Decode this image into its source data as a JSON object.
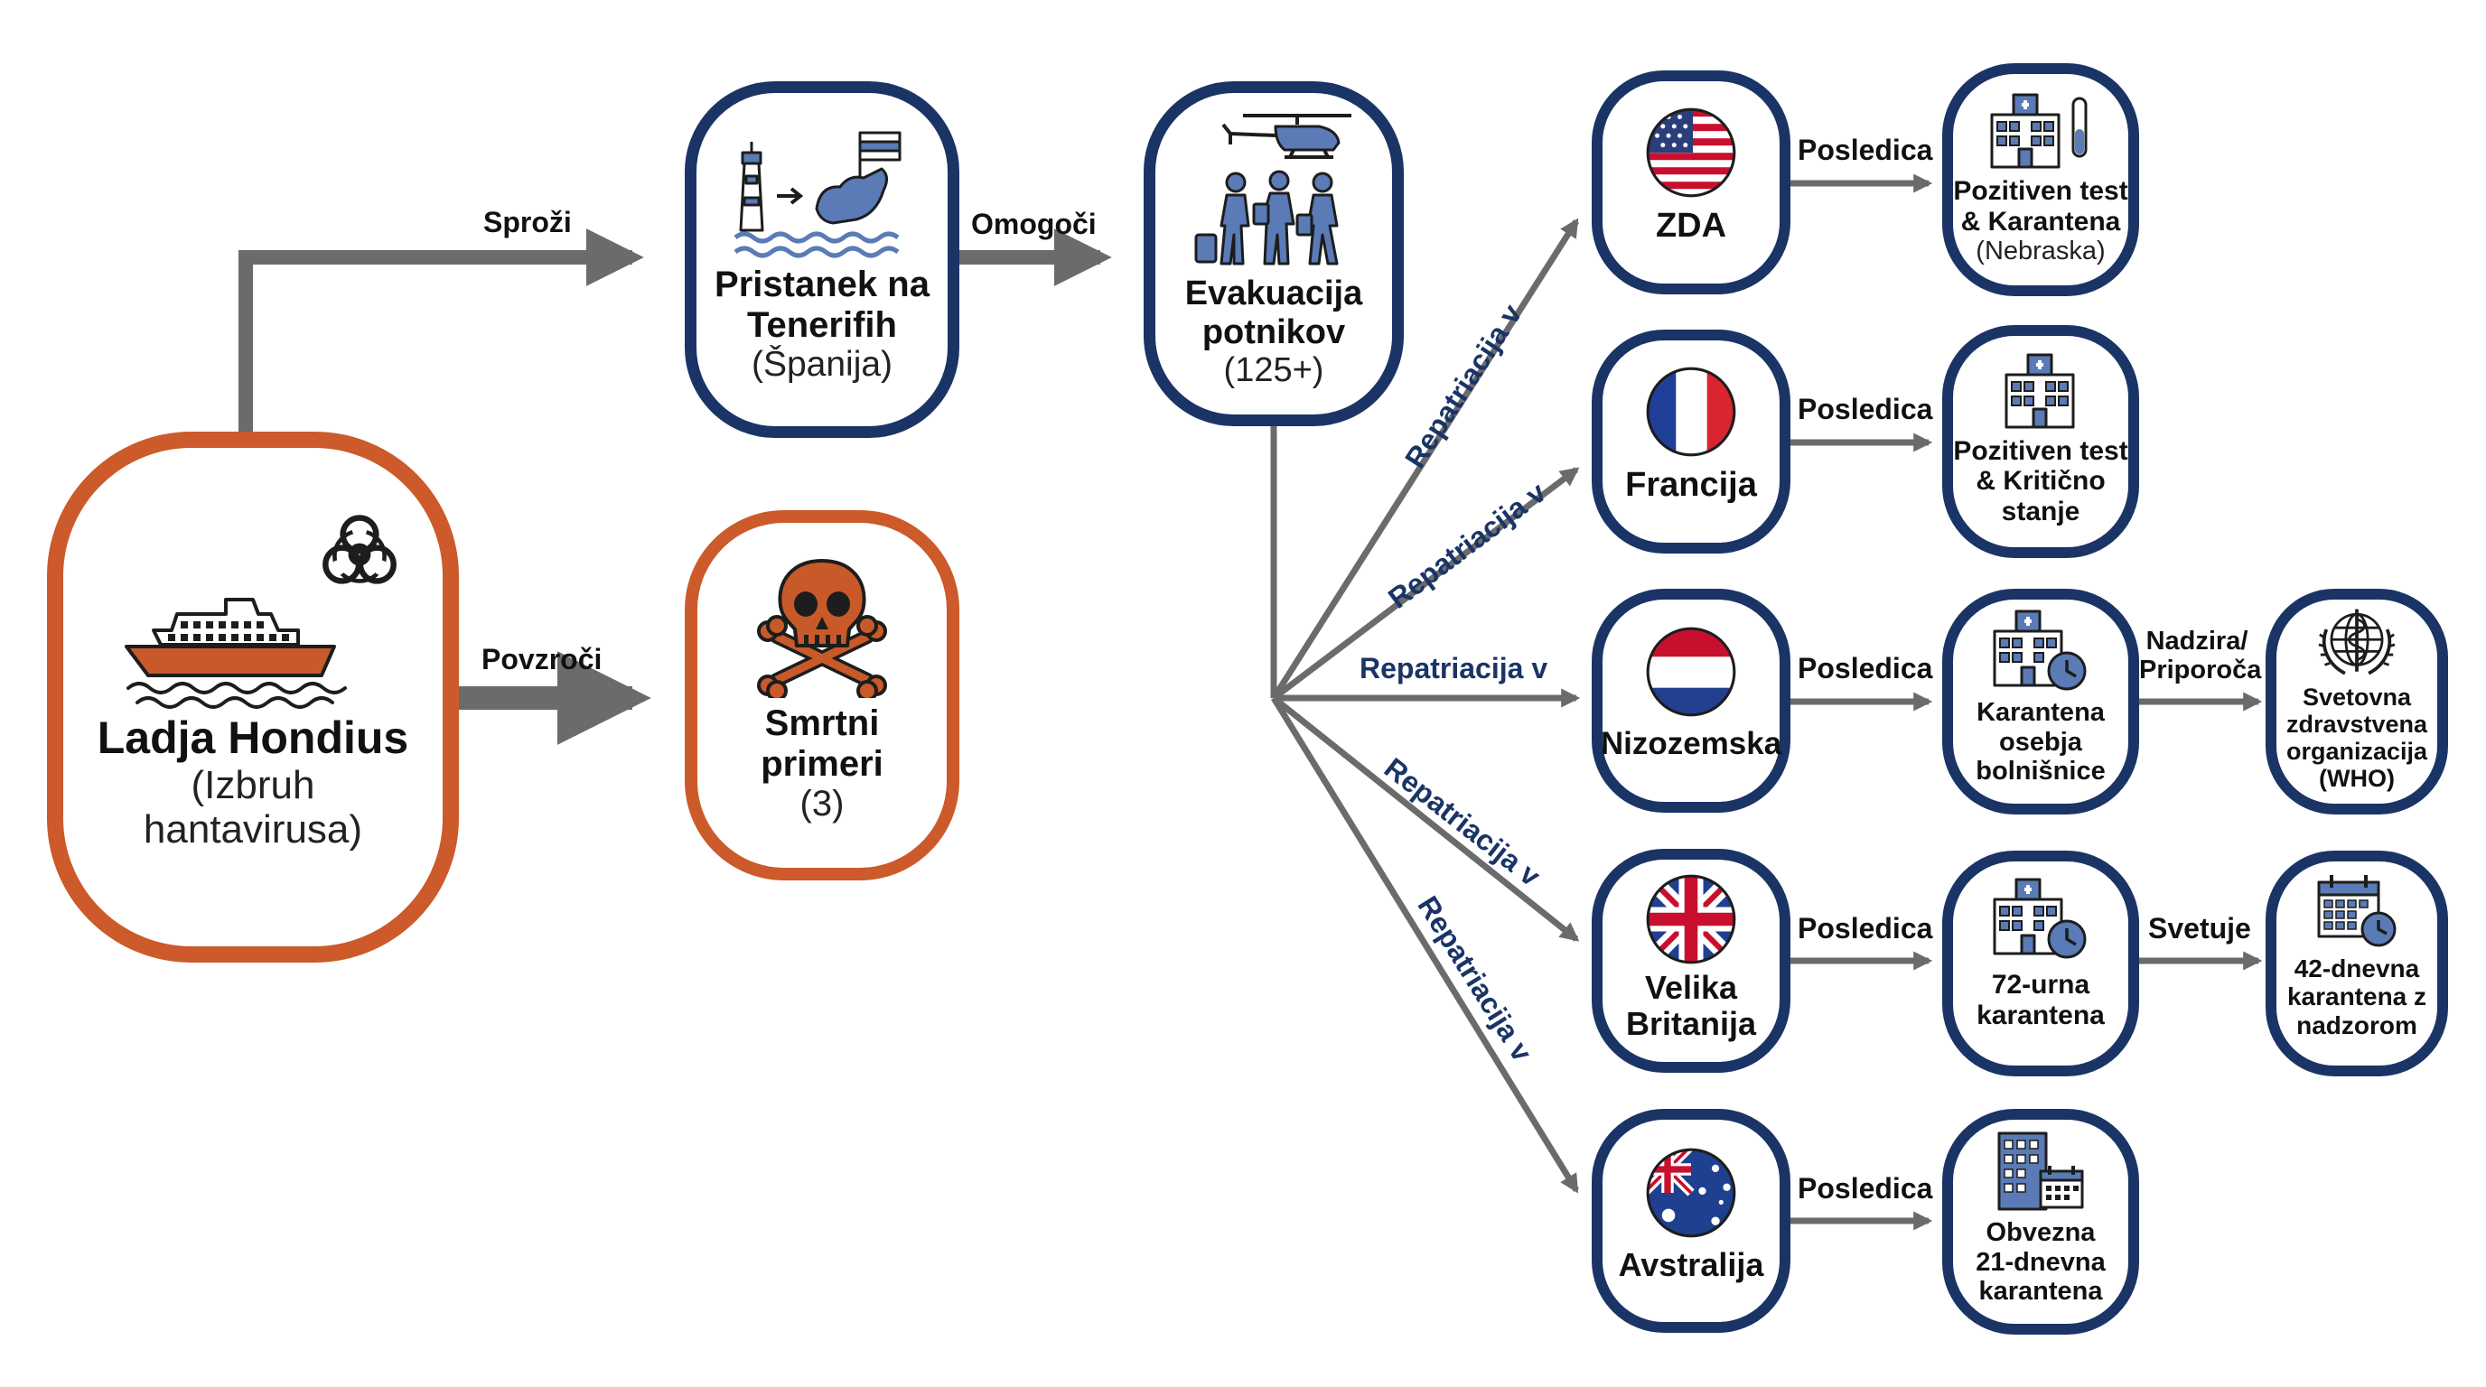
{
  "colors": {
    "navy": "#1a3466",
    "orange": "#cc5a2a",
    "arrow": "#6b6b6b",
    "icon_blue": "#5a7bb5",
    "icon_orange": "#c85a2a"
  },
  "nodes": {
    "ship": {
      "title": "Ladja Hondius",
      "subtitle": "(Izbruh\nhantavirusa)",
      "icons": [
        "cruise-ship-icon",
        "biohazard-icon"
      ]
    },
    "landing": {
      "title": "Pristanek na\nTenerifih",
      "subtitle": "(Španija)",
      "icons": [
        "lighthouse-island-flag-icon"
      ]
    },
    "deaths": {
      "title": "Smrtni\nprimeri",
      "subtitle": "(3)",
      "icons": [
        "skull-crossbones-icon"
      ]
    },
    "evacuation": {
      "title": "Evakuacija\npotnikov",
      "subtitle": "(125+)",
      "icons": [
        "helicopter-passengers-icon"
      ]
    },
    "usa": {
      "title": "ZDA",
      "icons": [
        "usa-flag-icon"
      ]
    },
    "usa_result": {
      "title": "Pozitiven test\n& Karantena",
      "subtitle": "(Nebraska)",
      "icons": [
        "hospital-test-tube-icon"
      ]
    },
    "france": {
      "title": "Francija",
      "icons": [
        "france-flag-icon"
      ]
    },
    "france_result": {
      "title": "Pozitiven test\n& Kritično\nstanje",
      "icons": [
        "hospital-icon"
      ]
    },
    "netherlands": {
      "title": "Nizozemska",
      "icons": [
        "netherlands-flag-icon"
      ]
    },
    "netherlands_result": {
      "title": "Karantena\nosebja\nbolnišnice",
      "icons": [
        "hospital-clock-icon"
      ]
    },
    "who": {
      "title": "Svetovna\nzdravstvena\norganizacija\n(WHO)",
      "icons": [
        "who-emblem-icon"
      ]
    },
    "uk": {
      "title": "Velika\nBritanija",
      "icons": [
        "uk-flag-icon"
      ]
    },
    "uk_result": {
      "title": "72-urna\nkarantena",
      "icons": [
        "hospital-clock-icon"
      ]
    },
    "uk_advice": {
      "title": "42-dnevna\nkarantena z\nnadzorom",
      "icons": [
        "calendar-clock-icon"
      ]
    },
    "australia": {
      "title": "Avstralija",
      "icons": [
        "australia-flag-icon"
      ]
    },
    "australia_result": {
      "title": "Obvezna\n21-dnevna\nkarantena",
      "icons": [
        "building-calendar-icon"
      ]
    }
  },
  "edges": {
    "triggers": "Sproži",
    "causes": "Povzroči",
    "enables": "Omogoči",
    "repatriation": "Repatriacija v",
    "consequence": "Posledica",
    "monitors": "Nadzira/\nPriporoča",
    "advises": "Svetuje"
  }
}
